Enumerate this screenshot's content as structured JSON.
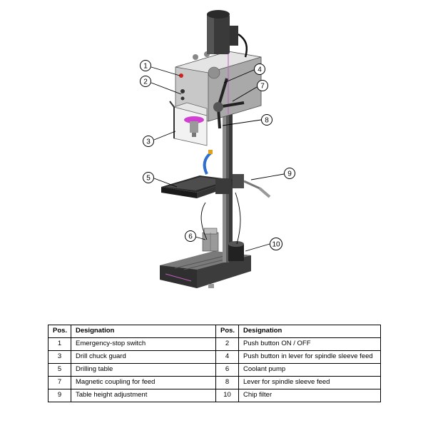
{
  "diagram": {
    "callouts": [
      "1",
      "2",
      "3",
      "4",
      "5",
      "6",
      "7",
      "8",
      "9",
      "10"
    ]
  },
  "table": {
    "headers": [
      "Pos.",
      "Designation",
      "Pos.",
      "Designation"
    ],
    "rows": [
      [
        {
          "pos": "1",
          "name": "Emergency-stop switch"
        },
        {
          "pos": "2",
          "name": "Push button ON / OFF"
        }
      ],
      [
        {
          "pos": "3",
          "name": "Drill chuck guard"
        },
        {
          "pos": "4",
          "name": "Push button in lever for spindle sleeve feed"
        }
      ],
      [
        {
          "pos": "5",
          "name": "Drilling table"
        },
        {
          "pos": "6",
          "name": "Coolant pump"
        }
      ],
      [
        {
          "pos": "7",
          "name": "Magnetic coupling for feed"
        },
        {
          "pos": "8",
          "name": "Lever for spindle sleeve feed"
        }
      ],
      [
        {
          "pos": "9",
          "name": "Table height adjustment"
        },
        {
          "pos": "10",
          "name": "Chip filter"
        }
      ]
    ]
  }
}
